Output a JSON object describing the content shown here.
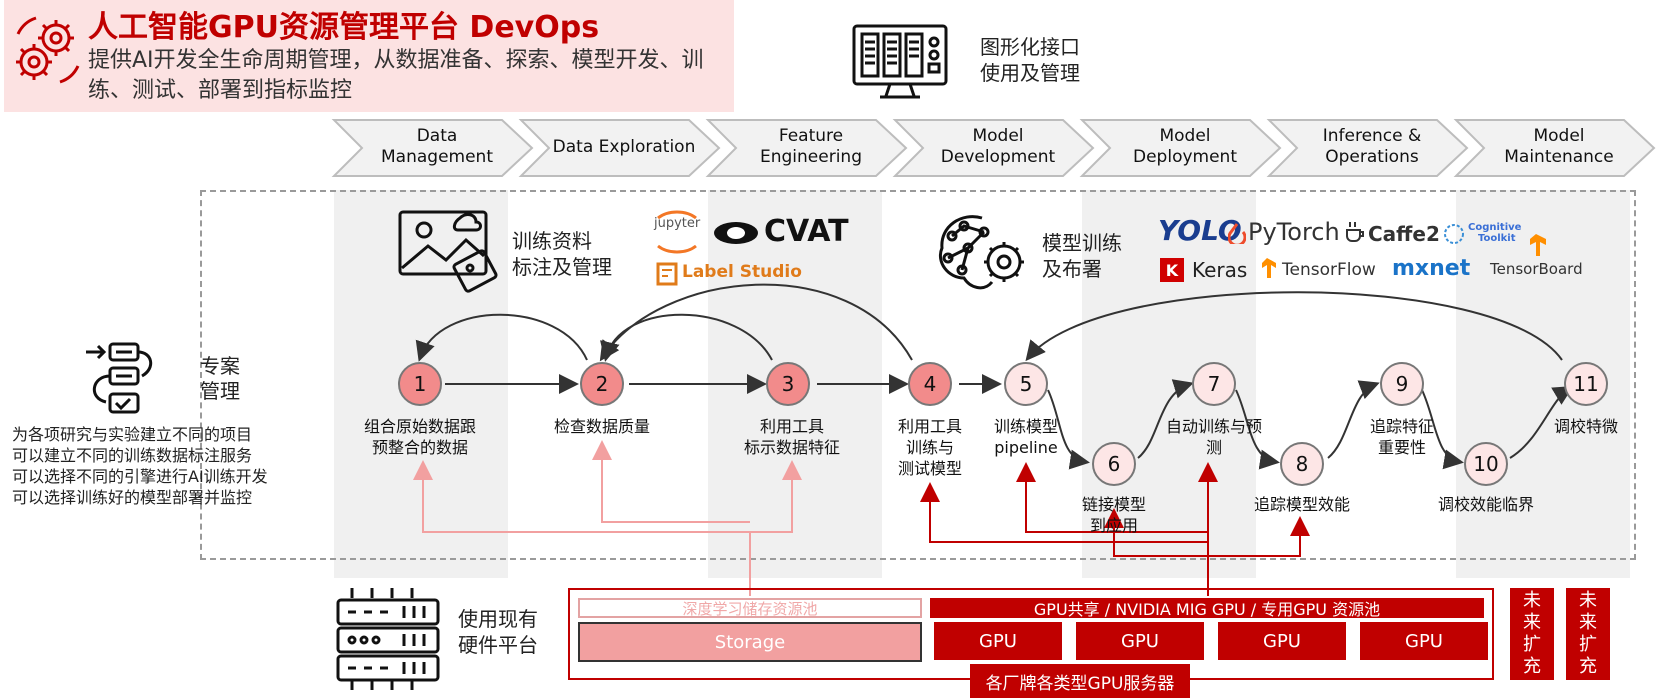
{
  "header": {
    "title": "人工智能GPU资源管理平台 DevOps",
    "subtitle": "提供AI开发全生命周期管理，从数据准备、探索、模型开发、训练、测试、部署到指标监控"
  },
  "gui": {
    "label_line1": "图形化接口",
    "label_line2": "使用及管理"
  },
  "stages": [
    {
      "line1": "Data",
      "line2": "Management"
    },
    {
      "line1": "Data Exploration",
      "line2": ""
    },
    {
      "line1": "Feature",
      "line2": "Engineering"
    },
    {
      "line1": "Model",
      "line2": "Development"
    },
    {
      "line1": "Model",
      "line2": "Deployment"
    },
    {
      "line1": "Inference &",
      "line2": "Operations"
    },
    {
      "line1": "Model",
      "line2": "Maintenance"
    }
  ],
  "project": {
    "label_line1": "专案",
    "label_line2": "管理",
    "desc": [
      "为各项研究与实验建立不同的项目",
      "可以建立不同的训练数据标注服务",
      "可以选择不同的引擎进行AI训练开发",
      "可以选择训练好的模型部署并监控"
    ]
  },
  "tools": {
    "labeling_line1": "训练资料",
    "labeling_line2": "标注及管理",
    "training_line1": "模型训练",
    "training_line2": "及布署",
    "labeling_logos": [
      "jupyter",
      "CVAT",
      "Label Studio"
    ],
    "framework_logos": [
      "YOLO",
      "PyTorch",
      "Caffe2",
      "Cognitive",
      "Toolkit",
      "Keras",
      "TensorFlow",
      "mxnet",
      "TensorBoard"
    ]
  },
  "nodes": [
    {
      "num": "1",
      "label1": "组合原始数据跟",
      "label2": "预整合的数据",
      "label3": ""
    },
    {
      "num": "2",
      "label1": "检查数据质量",
      "label2": "",
      "label3": ""
    },
    {
      "num": "3",
      "label1": "利用工具",
      "label2": "标示数据特征",
      "label3": ""
    },
    {
      "num": "4",
      "label1": "利用工具",
      "label2": "训练与",
      "label3": "测试模型"
    },
    {
      "num": "5",
      "label1": "训练模型",
      "label2": "pipeline",
      "label3": ""
    },
    {
      "num": "6",
      "label1": "链接模型",
      "label2": "到应用",
      "label3": ""
    },
    {
      "num": "7",
      "label1": "自动训练与预",
      "label2": "测",
      "label3": ""
    },
    {
      "num": "8",
      "label1": "追踪模型效能",
      "label2": "",
      "label3": ""
    },
    {
      "num": "9",
      "label1": "追踪特征",
      "label2": "重要性",
      "label3": ""
    },
    {
      "num": "10",
      "label1": "调校效能临界",
      "label2": "",
      "label3": ""
    },
    {
      "num": "11",
      "label1": "调校特微",
      "label2": "",
      "label3": ""
    }
  ],
  "hardware": {
    "label_line1": "使用现有",
    "label_line2": "硬件平台",
    "dl_pool": "深度学习储存资源池",
    "storage": "Storage",
    "gpu_pool": "GPU共享 / NVIDIA MIG GPU / 专用GPU 资源池",
    "gpus": [
      "GPU",
      "GPU",
      "GPU",
      "GPU"
    ],
    "vendor": "各厂牌各类型GPU服务器",
    "future": [
      "未来扩充",
      "未来扩充"
    ]
  },
  "colors": {
    "accent": "#c00000",
    "header_bg": "#fce2e2",
    "node_dark": "#f28b8b",
    "node_light": "#fde6e6",
    "link_light": "#f2a0a0"
  }
}
